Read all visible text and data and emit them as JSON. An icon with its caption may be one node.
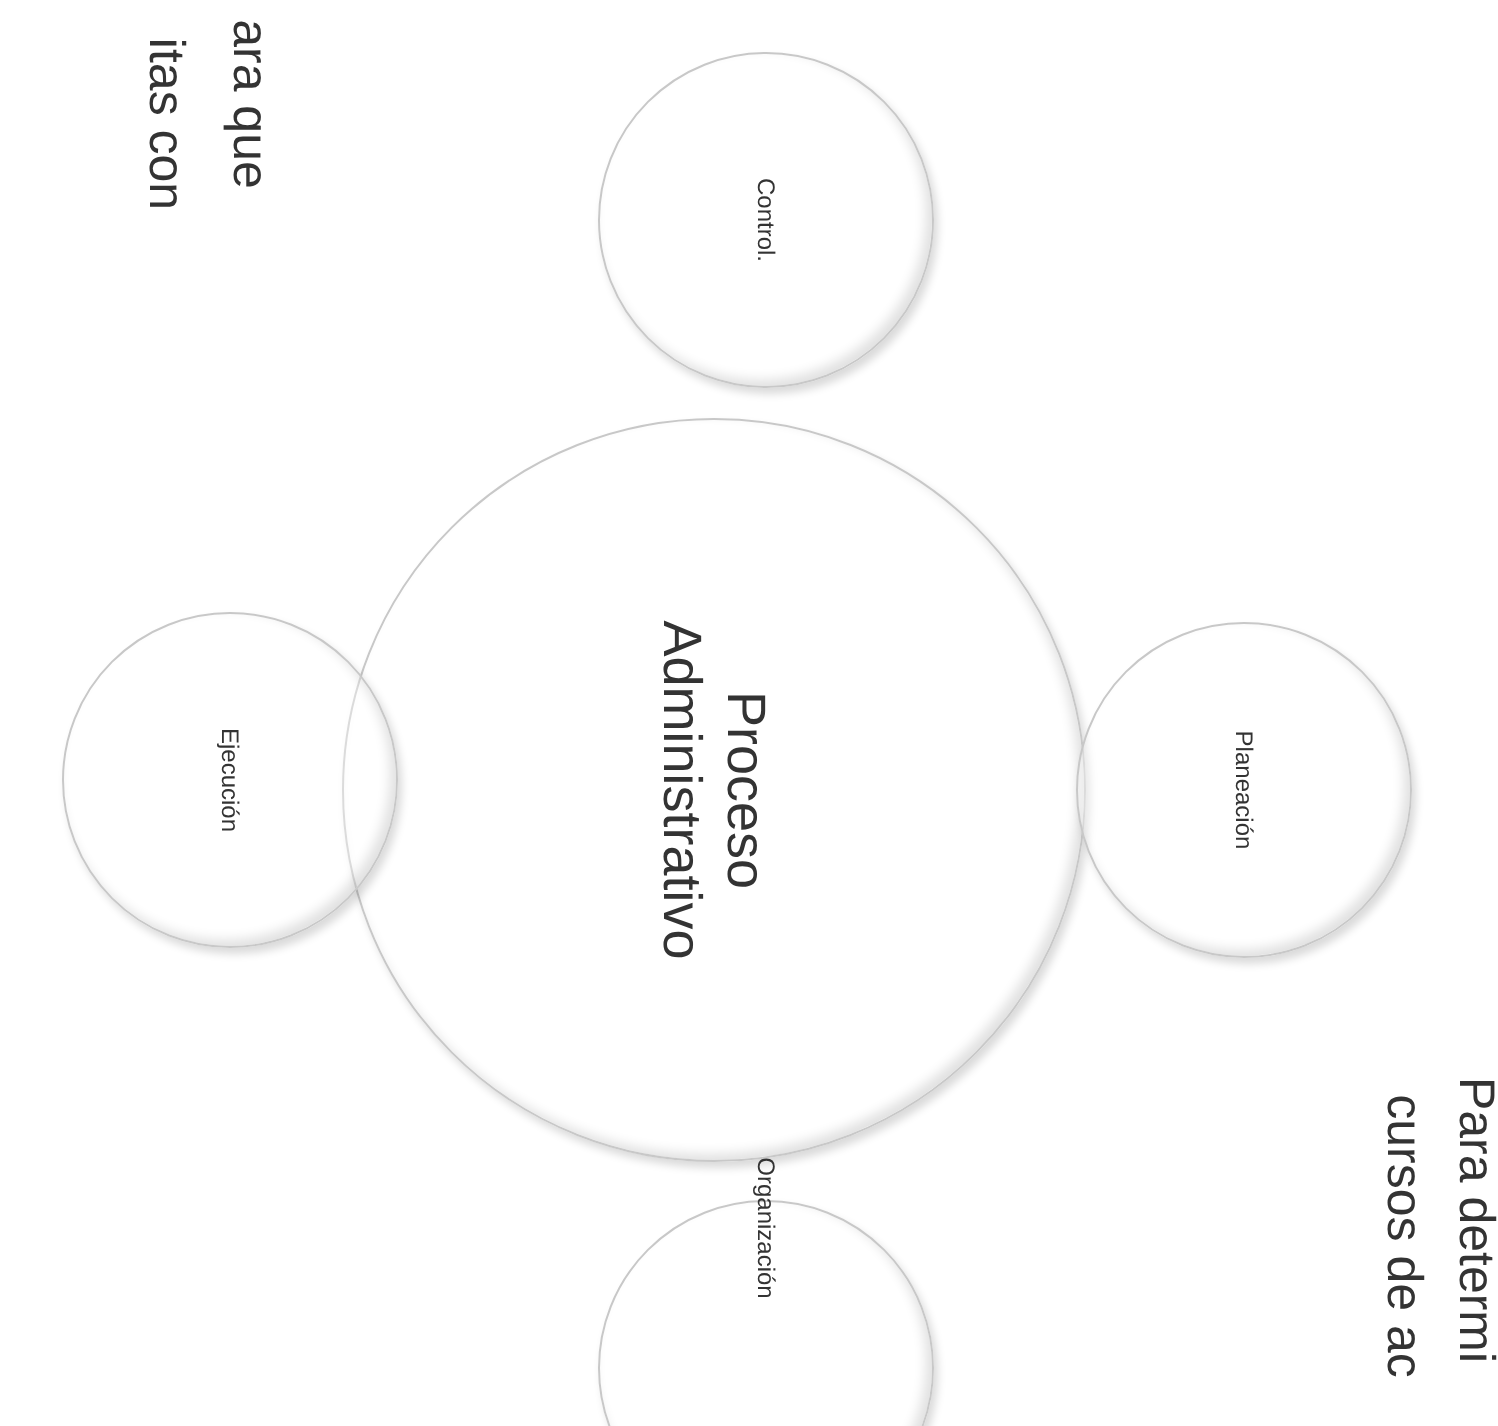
{
  "diagram": {
    "nodes": [
      {
        "text": [
          "Proceso Administrativo"
        ]
      },
      {
        "text": [
          "Control."
        ]
      },
      {
        "text": [
          "Planeación"
        ]
      },
      {
        "text": [
          "Organización"
        ]
      },
      {
        "text": [
          "Ejecución"
        ]
      }
    ],
    "labels": [
      "ara que",
      "itas con",
      "Para determi",
      "cursos de ac"
    ]
  }
}
